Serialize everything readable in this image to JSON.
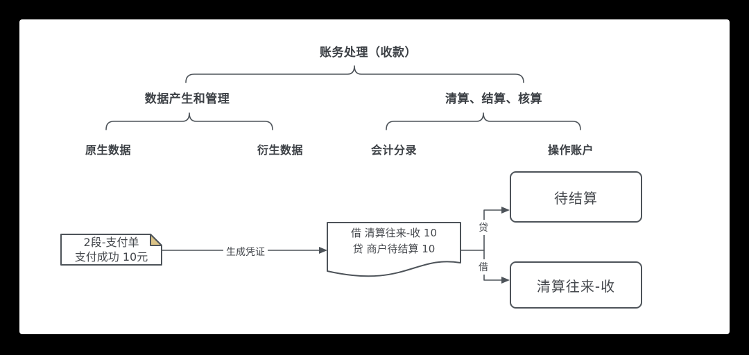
{
  "colors": {
    "background": "#000000",
    "canvas": "#ffffff",
    "stroke": "#4d5359",
    "text": "#3c4045",
    "note_fold": "#dbc387"
  },
  "hierarchy": {
    "root_label": "账务处理（收款）",
    "groups": [
      {
        "label": "数据产生和管理",
        "children": [
          {
            "label": "原生数据"
          },
          {
            "label": "衍生数据"
          }
        ]
      },
      {
        "label": "清算、结算、核算",
        "children": [
          {
            "label": "会计分录"
          },
          {
            "label": "操作账户"
          }
        ]
      }
    ]
  },
  "flow": {
    "payment_note": {
      "line1": "2段-支付单",
      "line2": "支付成功 10元"
    },
    "edge_generate_label": "生成凭证",
    "voucher_document": {
      "line1": "借 清算往来-收 10",
      "line2": "贷 商户待结算 10"
    },
    "edge_credit_label": "贷",
    "edge_debit_label": "借",
    "target_boxes": [
      {
        "label": "待结算"
      },
      {
        "label": "清算往来-收"
      }
    ]
  }
}
